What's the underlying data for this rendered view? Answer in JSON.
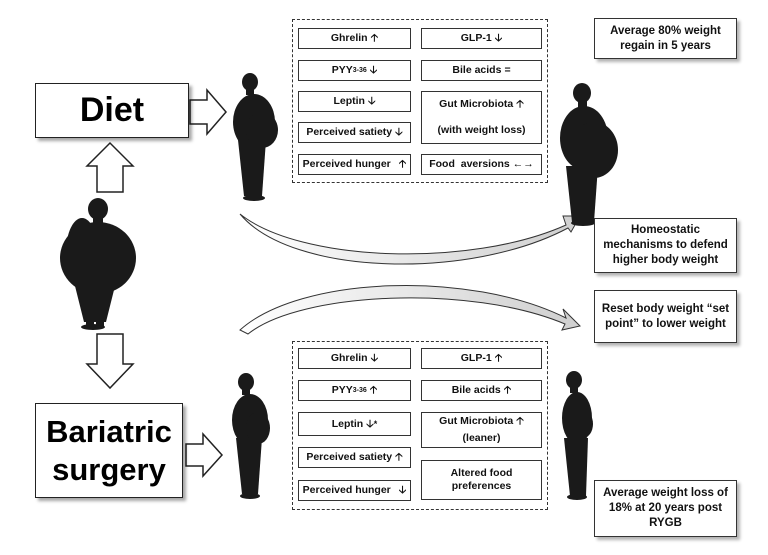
{
  "colors": {
    "silhouette": "#1a1a1a",
    "outline": "#222222",
    "curve_fill": "#e6e6e6"
  },
  "diet": {
    "label": "Diet"
  },
  "surgery": {
    "label_line1": "Bariatric",
    "label_line2": "surgery"
  },
  "notes": {
    "top_right": "Average 80% weight regain in 5 years",
    "homeostatic": "Homeostatic mechanisms to defend higher body weight",
    "reset": "Reset body weight “set point” to lower weight",
    "bottom_right": "Average weight loss of 18% at 20 years post RYGB"
  },
  "diet_panel": {
    "ghrelin": {
      "label": "Ghrelin",
      "arrow": "up"
    },
    "pyy": {
      "label": "PYY",
      "sub": "3-36",
      "arrow": "down"
    },
    "leptin": {
      "label": "Leptin",
      "arrow": "down"
    },
    "satiety": {
      "label": "Perceived satiety",
      "arrow": "down"
    },
    "hunger": {
      "label": "Perceived hunger",
      "arrow": "up"
    },
    "glp1": {
      "label": "GLP-1",
      "arrow": "down"
    },
    "bile": {
      "label": "Bile acids",
      "symbol": "="
    },
    "microbiota": {
      "label": "Gut Microbiota",
      "arrow": "up",
      "note": "(with weight loss)"
    },
    "aversions": {
      "label": "Food  aversions",
      "symbol": "←→"
    }
  },
  "surgery_panel": {
    "ghrelin": {
      "label": "Ghrelin",
      "arrow": "down"
    },
    "pyy": {
      "label": "PYY",
      "sub": "3-36",
      "arrow": "up"
    },
    "leptin": {
      "label": "Leptin",
      "arrow": "down",
      "mark": "*"
    },
    "satiety": {
      "label": "Perceived satiety",
      "arrow": "up"
    },
    "hunger": {
      "label": "Perceived hunger",
      "arrow": "down"
    },
    "glp1": {
      "label": "GLP-1",
      "arrow": "up"
    },
    "bile": {
      "label": "Bile acids",
      "arrow": "up"
    },
    "microbiota": {
      "label": "Gut Microbiota",
      "arrow": "up",
      "note": "(leaner)"
    },
    "preferences": {
      "label_line1": "Altered food",
      "label_line2": "preferences"
    }
  }
}
